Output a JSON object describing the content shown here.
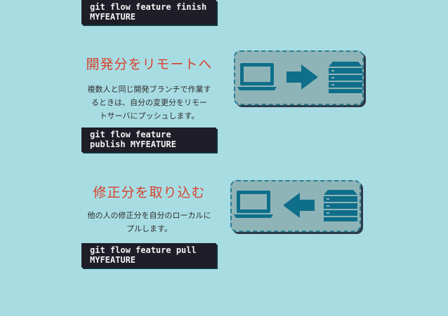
{
  "blocks": [
    {
      "code": "git flow feature finish\nMYFEATURE"
    },
    {
      "heading": "開発分をリモートへ",
      "description": "複数人と同じ開発ブランチで作業するときは、自分の変更分をリモートサーバにプッシュします。",
      "description_lines": [
        "複数人と同じ開発ブランチで作業す",
        "るときは、自分の変更分をリモー",
        "トサーバにプッシュします。"
      ],
      "code": "git flow feature\npublish MYFEATURE",
      "diagram": {
        "left_icon": "laptop-icon",
        "arrow_icon": "arrow-right-icon",
        "right_icon": "server-icon"
      }
    },
    {
      "heading": "修正分を取り込む",
      "description_lines": [
        "他の人の修正分を自分のローカルに",
        "プルします。"
      ],
      "code": "git flow feature pull\nMYFEATURE",
      "diagram": {
        "left_icon": "laptop-icon",
        "arrow_icon": "arrow-left-icon",
        "right_icon": "server-icon"
      }
    }
  ],
  "colors": {
    "background": "#a8dce3",
    "heading": "#d5432e",
    "code_background": "#1e1d28",
    "panel": "#8fb4b8",
    "icon": "#0f6f8a"
  }
}
